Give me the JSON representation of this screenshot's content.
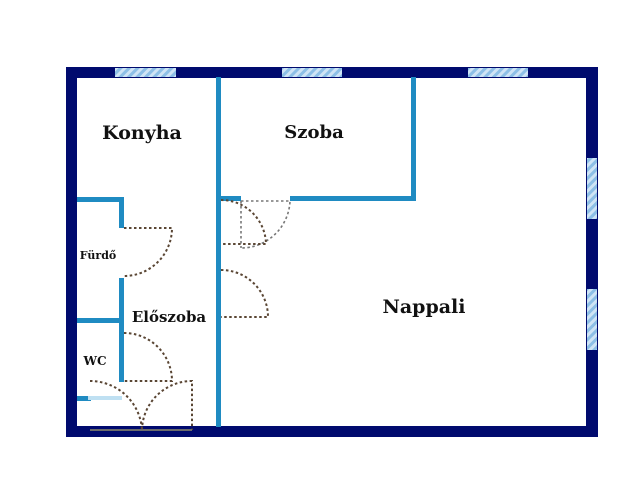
{
  "floorplan": {
    "rooms": {
      "konyha": "Konyha",
      "szoba": "Szoba",
      "furdo": "Fürdő",
      "eloszoba": "Előszoba",
      "wc": "WC",
      "nappali": "Nappali"
    }
  },
  "colors": {
    "outer_wall": "#000a6e",
    "inner_wall": "#1f8bc2",
    "window": "#9fc9ea",
    "door_swing": "#5a4634",
    "wc_threshold": "#bfe0f2",
    "background": "#ffffff"
  }
}
